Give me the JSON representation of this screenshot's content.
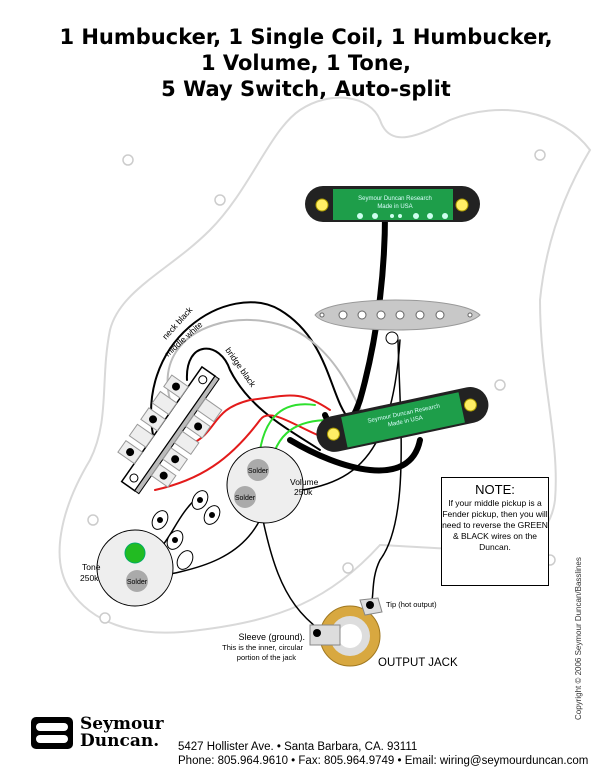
{
  "title": {
    "line1": "1 Humbucker, 1 Single Coil, 1 Humbucker,",
    "line2": "1 Volume, 1 Tone,",
    "line3": "5 Way Switch, Auto-split"
  },
  "pickups": {
    "neck": {
      "brand": "Seymour Duncan Research",
      "origin": "Made in USA"
    },
    "bridge": {
      "brand": "Seymour Duncan Research",
      "origin": "Made in USA"
    }
  },
  "wire_labels": {
    "neck_black": "neck black",
    "middle_white": "middle white",
    "bridge_black": "bridge black"
  },
  "pots": {
    "volume": {
      "name": "Volume",
      "value": "250k",
      "solder1": "Solder",
      "solder2": "Solder"
    },
    "tone": {
      "name": "Tone",
      "value": "250k",
      "solder": "Solder"
    }
  },
  "jack": {
    "title": "OUTPUT JACK",
    "tip": "Tip (hot output)",
    "sleeve": "Sleeve (ground).",
    "sleeve_desc1": "This is the inner, circular",
    "sleeve_desc2": "portion of the jack"
  },
  "note": {
    "title": "NOTE:",
    "body": "If your middle pickup is a Fender pickup, then you will need to reverse the GREEN & BLACK wires on the Duncan."
  },
  "copyright": "Copyright © 2006 Seymour Duncan/Basslines",
  "footer": {
    "logo_line1": "Seymour",
    "logo_line2": "Duncan.",
    "address": "5427 Hollister Ave. • Santa Barbara, CA. 93111",
    "contact": "Phone: 805.964.9610 • Fax: 805.964.9749 • Email: wiring@seymourduncan.com"
  },
  "colors": {
    "pcb": "#1e9e4a",
    "wire_red": "#e31b1b",
    "wire_green": "#2ee02e",
    "wire_white": "#bdbdbd",
    "jack_ring": "#d8a840"
  }
}
